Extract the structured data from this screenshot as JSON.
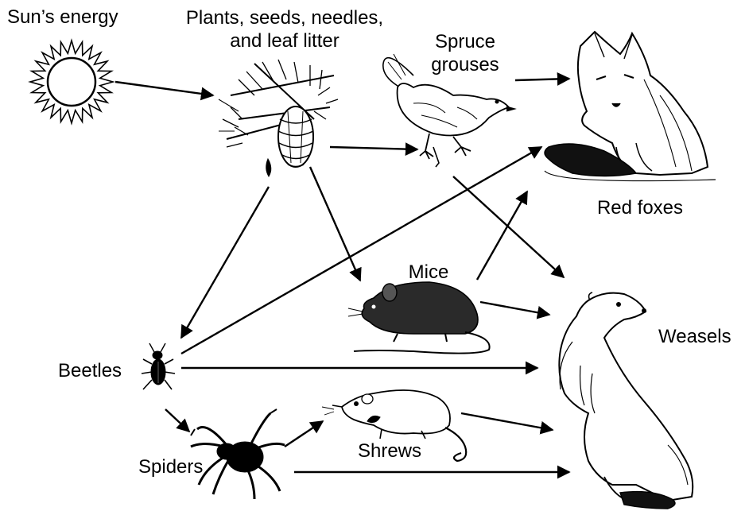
{
  "labels": {
    "sun": "Sun’s energy",
    "plants_line1": "Plants, seeds, needles,",
    "plants_line2": "and leaf litter",
    "grouse_line1": "Spruce",
    "grouse_line2": "grouses",
    "foxes": "Red foxes",
    "mice": "Mice",
    "weasels": "Weasels",
    "beetles": "Beetles",
    "spiders": "Spiders",
    "shrews": "Shrews"
  },
  "icons": {
    "sun": "sun-icon",
    "plants": "pine-cone-branch-icon",
    "grouse": "spruce-grouse-icon",
    "fox": "red-fox-icon",
    "mouse": "mouse-icon",
    "weasel": "weasel-icon",
    "beetle": "beetle-icon",
    "spider": "spider-icon",
    "shrew": "shrew-icon"
  },
  "links": [
    {
      "from": "Sun’s energy",
      "to": "Plants, seeds, needles, and leaf litter"
    },
    {
      "from": "Plants, seeds, needles, and leaf litter",
      "to": "Spruce grouses"
    },
    {
      "from": "Plants, seeds, needles, and leaf litter",
      "to": "Mice"
    },
    {
      "from": "Plants, seeds, needles, and leaf litter",
      "to": "Beetles"
    },
    {
      "from": "Spruce grouses",
      "to": "Red foxes"
    },
    {
      "from": "Spruce grouses",
      "to": "Weasels"
    },
    {
      "from": "Mice",
      "to": "Red foxes"
    },
    {
      "from": "Mice",
      "to": "Weasels"
    },
    {
      "from": "Beetles",
      "to": "Red foxes"
    },
    {
      "from": "Beetles",
      "to": "Weasels"
    },
    {
      "from": "Beetles",
      "to": "Spiders"
    },
    {
      "from": "Spiders",
      "to": "Shrews"
    },
    {
      "from": "Spiders",
      "to": "Weasels"
    },
    {
      "from": "Shrews",
      "to": "Weasels"
    }
  ]
}
